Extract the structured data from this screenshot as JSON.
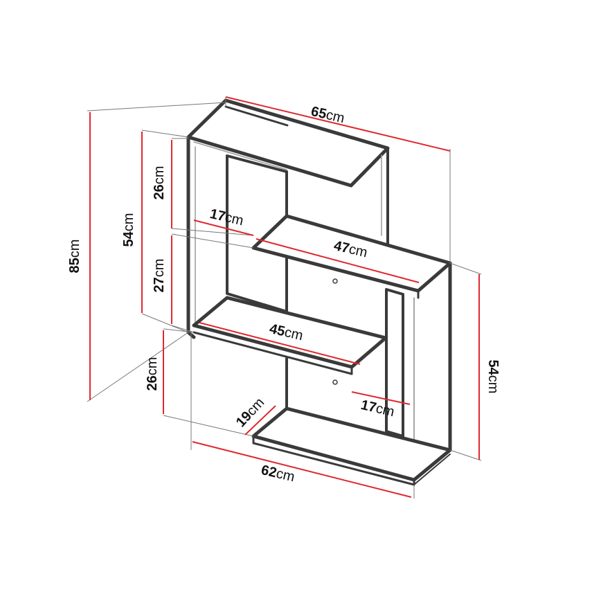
{
  "colors": {
    "outline": "#3a3a3a",
    "edge": "#888888",
    "dimension": "#e0282e",
    "guide": "#777777",
    "text": "#111111"
  },
  "dimensions": {
    "width_top": {
      "value": "65",
      "unit": "cm"
    },
    "height_total": {
      "value": "85",
      "unit": "cm"
    },
    "height_left": {
      "value": "54",
      "unit": "cm"
    },
    "height_upper": {
      "value": "26",
      "unit": "cm"
    },
    "height_middle": {
      "value": "27",
      "unit": "cm"
    },
    "height_lower": {
      "value": "26",
      "unit": "cm"
    },
    "depth_upper": {
      "value": "17",
      "unit": "cm"
    },
    "shelf_upper": {
      "value": "47",
      "unit": "cm"
    },
    "shelf_middle": {
      "value": "45",
      "unit": "cm"
    },
    "depth_lower_left": {
      "value": "19",
      "unit": "cm"
    },
    "depth_lower_right": {
      "value": "17",
      "unit": "cm"
    },
    "width_bottom": {
      "value": "62",
      "unit": "cm"
    },
    "height_right": {
      "value": "54",
      "unit": "cm"
    }
  }
}
